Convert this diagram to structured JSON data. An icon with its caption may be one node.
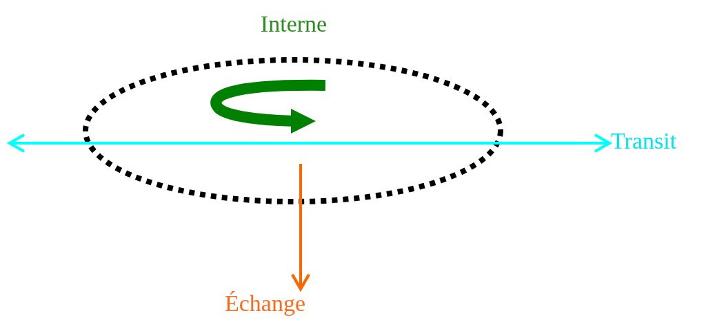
{
  "diagram": {
    "nodes": [
      {
        "text": [
          "Interne"
        ]
      },
      {
        "text": [
          "Transit"
        ]
      },
      {
        "text": [
          "Échange"
        ]
      }
    ],
    "edges": [
      {
        "from": 0,
        "to": 0,
        "arrow": "to",
        "style": "thick",
        "color": "#008000"
      },
      {
        "from": null,
        "to": 1,
        "arrow": "both",
        "color": "#00ffff"
      },
      {
        "from": 0,
        "to": 2,
        "arrow": "to",
        "color": "#ff6600"
      }
    ]
  }
}
